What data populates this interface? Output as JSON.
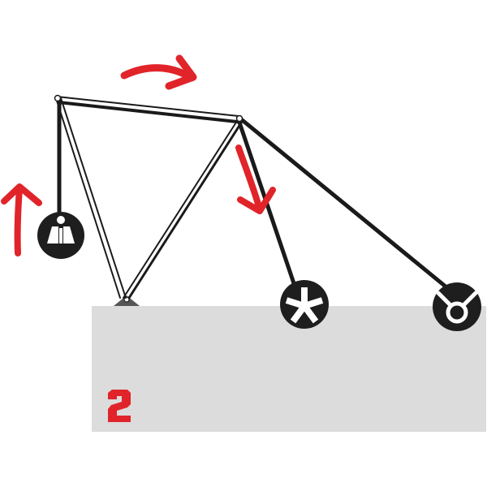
{
  "diagram": {
    "step_number": "2",
    "colors": {
      "background": "#ffffff",
      "platform": "#dcdcdc",
      "frame": "#1a1a1a",
      "arrow": "#e0242a",
      "icon_fill": "#1e1e1e",
      "icon_glyph": "#ffffff"
    },
    "arrows": [
      {
        "name": "up-arrow",
        "direction": "up"
      },
      {
        "name": "curved-right-arrow",
        "direction": "clockwise"
      },
      {
        "name": "down-arrow",
        "direction": "down"
      }
    ],
    "weights": [
      {
        "name": "left-weight",
        "icon": "book-reader-icon"
      },
      {
        "name": "middle-weight",
        "icon": "asterisk-icon"
      },
      {
        "name": "right-weight",
        "icon": "ring-icon"
      }
    ]
  }
}
